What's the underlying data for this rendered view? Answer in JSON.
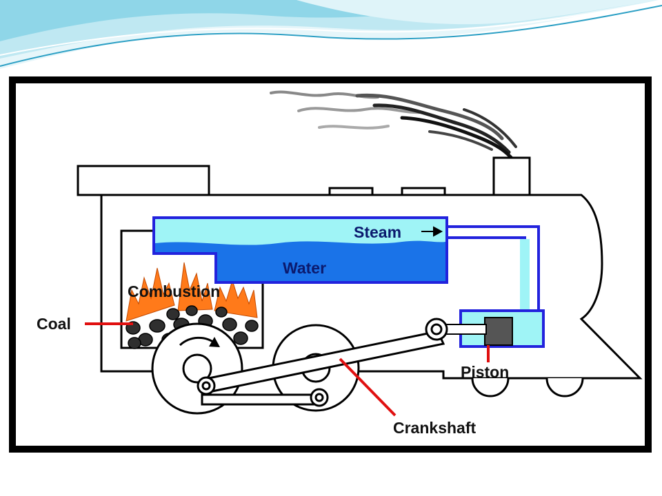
{
  "slide": {
    "accent_colors": {
      "wave_light": "#cfeef6",
      "wave_mid": "#7ccfe0",
      "wave_dark": "#2b9fc4"
    }
  },
  "diagram": {
    "labels": {
      "steam": "Steam",
      "water": "Water",
      "combustion": "Combustion",
      "coal": "Coal",
      "piston": "Piston",
      "crankshaft": "Crankshaft"
    },
    "colors": {
      "steam_fill": "#9ff4f6",
      "water_fill": "#1a73e8",
      "pipe_blue": "#2222dd",
      "fire_orange": "#ff7a1a",
      "pointer_red": "#e01010",
      "coal_gray": "#333333",
      "body_outline": "#000000"
    },
    "icons": [
      "steam-plume-icon",
      "flame-icon",
      "coal-lump-icon",
      "rotation-arrow-icon",
      "flow-arrow-icon"
    ]
  }
}
